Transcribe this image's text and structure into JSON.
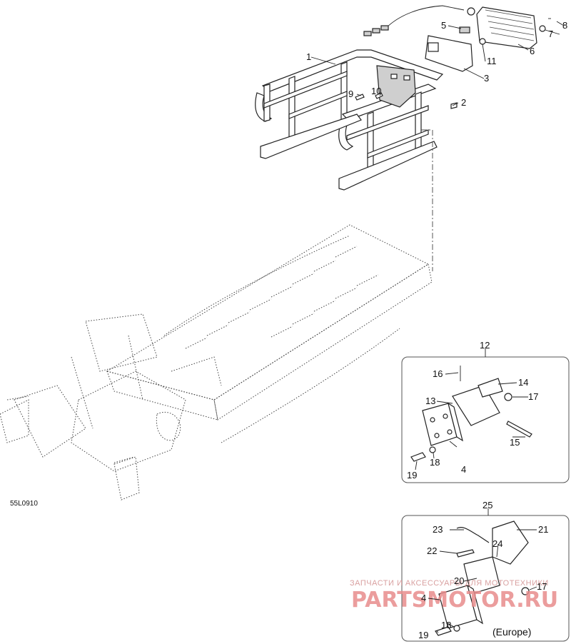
{
  "figure_code": "55L0910",
  "inset_note": "(Europe)",
  "callouts": [
    "1",
    "2",
    "3",
    "4",
    "5",
    "6",
    "7",
    "8",
    "9",
    "10",
    "11",
    "12",
    "13",
    "14",
    "15",
    "16",
    "17",
    "18",
    "19",
    "4",
    "17",
    "18",
    "19",
    "20",
    "21",
    "22",
    "23",
    "24",
    "25"
  ],
  "watermark": {
    "tagline": "ЗАПЧАСТИ И АКСЕССУАРЫ ДЛЯ МОТОТЕХНИКИ",
    "logo": "PARTSMOTOR.RU"
  },
  "colors": {
    "line": "#222222",
    "watermark": "#e88c8c",
    "background": "#ffffff"
  }
}
